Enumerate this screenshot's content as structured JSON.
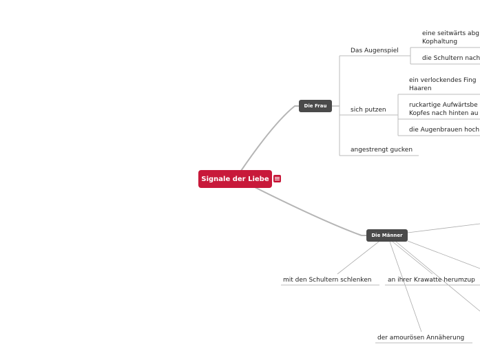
{
  "root": {
    "label": "Signale der Liebe",
    "icon": "note-icon"
  },
  "branches": {
    "frau": {
      "label": "Die Frau",
      "augenspiel": {
        "label": "Das Augenspiel",
        "children": [
          "eine seitwärts abg",
          "Kophaltung",
          "die Schultern nach"
        ]
      },
      "putzen": {
        "label": "sich putzen",
        "children": [
          "ein verlockendes Fing",
          "Haaren",
          "ruckartige Aufwärtsbe",
          "Kopfes nach hinten au",
          "die Augenbrauen hoch"
        ]
      },
      "gucken": {
        "label": "angestrengt gucken"
      }
    },
    "manner": {
      "label": "Die Männer",
      "children": [
        "mit den Schultern schlenken",
        "an ihrer Krawatte herumzup",
        "der amourösen Annäherung"
      ]
    }
  },
  "colors": {
    "root": "#c8193a",
    "main_topic": "#4a4a4a",
    "connector": "#b0b0b0"
  }
}
